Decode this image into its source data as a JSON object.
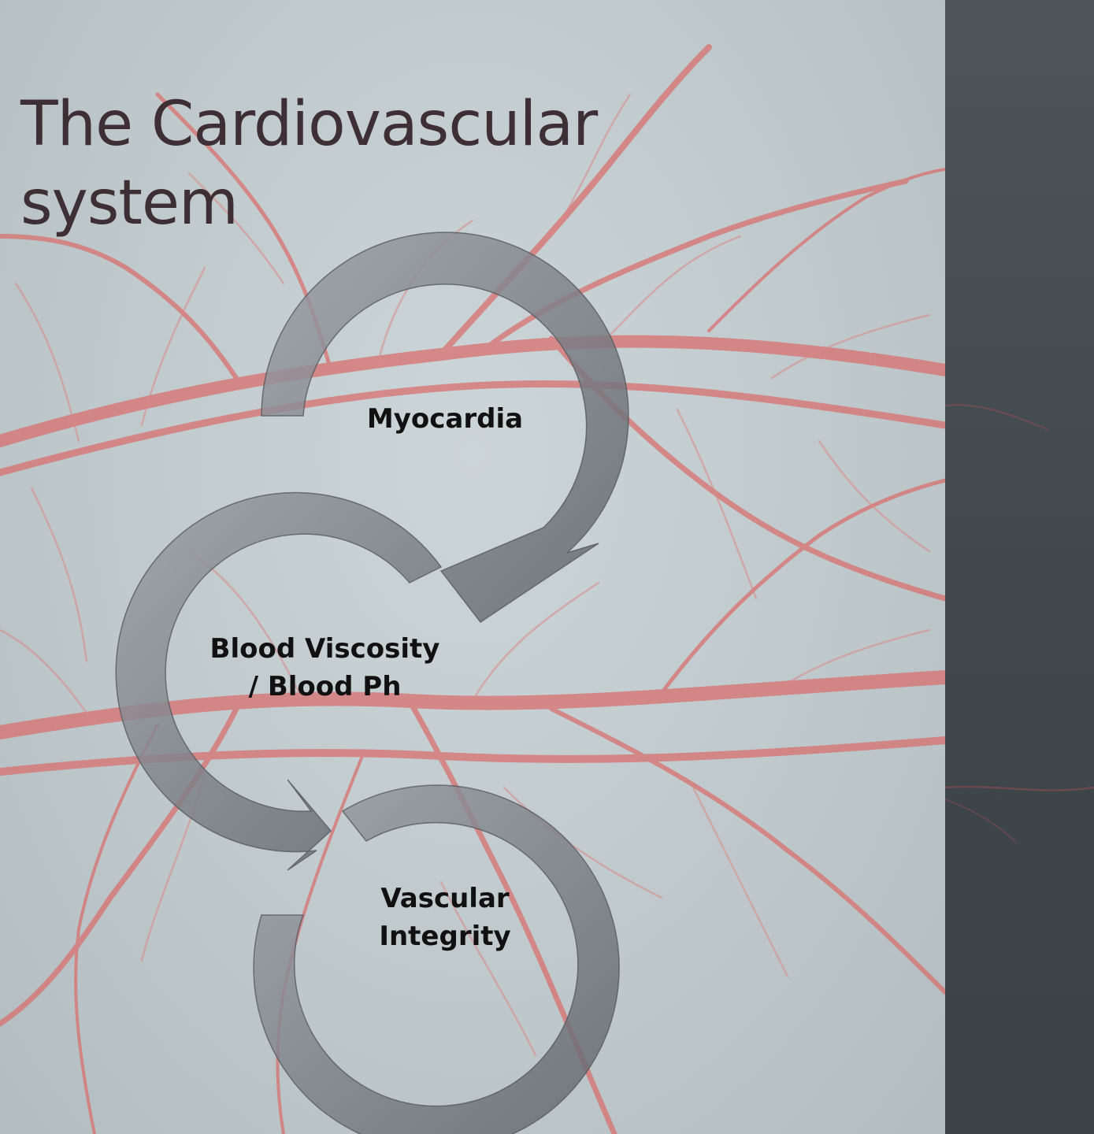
{
  "slide": {
    "title": "The Cardiovascular system",
    "background_theme": "red blood vessel network over light grey",
    "side_panel_color": "#424a4f"
  },
  "cycle": {
    "arrow_color": "#7f838a",
    "steps": [
      {
        "label": "Myocardia"
      },
      {
        "label": "Blood Viscosity / Blood Ph"
      },
      {
        "label": "Vascular Integrity"
      }
    ]
  }
}
